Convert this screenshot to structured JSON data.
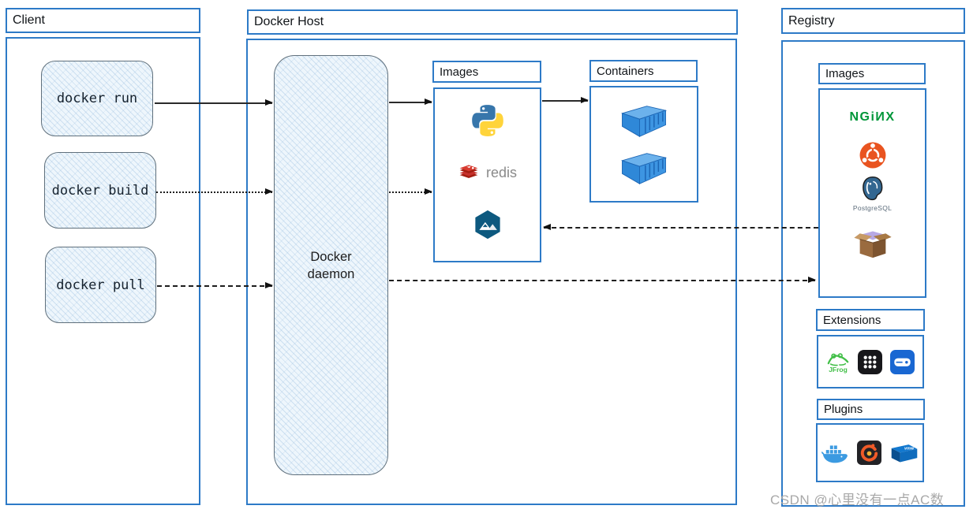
{
  "client": {
    "title": "Client",
    "commands": [
      {
        "label": "docker run"
      },
      {
        "label": "docker build"
      },
      {
        "label": "docker pull"
      }
    ]
  },
  "docker_host": {
    "title": "Docker Host",
    "daemon_line1": "Docker",
    "daemon_line2": "daemon",
    "images": {
      "title": "Images",
      "icons": [
        "python-icon",
        "redis-icon",
        "alpine-icon"
      ],
      "redis_label": "redis"
    },
    "containers": {
      "title": "Containers",
      "icons": [
        "container-icon",
        "container-icon"
      ]
    }
  },
  "registry": {
    "title": "Registry",
    "images": {
      "title": "Images",
      "icons": [
        "nginx-icon",
        "ubuntu-icon",
        "postgresql-icon",
        "busybox-icon"
      ],
      "nginx_label": "NGiИX",
      "postgresql_label": "PostgreSQL"
    },
    "extensions": {
      "title": "Extensions",
      "icons": [
        "jfrog-icon",
        "app-grid-icon",
        "drive-icon"
      ],
      "jfrog_label": "JFrog"
    },
    "plugins": {
      "title": "Plugins",
      "icons": [
        "docker-whale-icon",
        "grafana-icon",
        "vmware-icon"
      ],
      "vmware_label": "vmw"
    }
  },
  "arrows": [
    "docker-run-to-daemon-solid",
    "daemon-to-images-solid",
    "images-to-containers-solid",
    "docker-build-to-daemon-dotted",
    "daemon-to-images-dotted",
    "docker-pull-to-daemon-dashed",
    "registry-to-images-dashed-left",
    "daemon-to-registry-dashed-right"
  ],
  "watermark": "CSDN @心里没有一点AC数",
  "colors": {
    "panel_border": "#2d7ac7",
    "sketch_fill": "#eef6fc",
    "nginx_green": "#009639",
    "ubuntu_orange": "#e95420",
    "redis_red": "#c6302b",
    "python_blue": "#3776ab",
    "python_yellow": "#ffd43b",
    "alpine_navy": "#0d597f",
    "container_blue": "#2f88d8"
  }
}
